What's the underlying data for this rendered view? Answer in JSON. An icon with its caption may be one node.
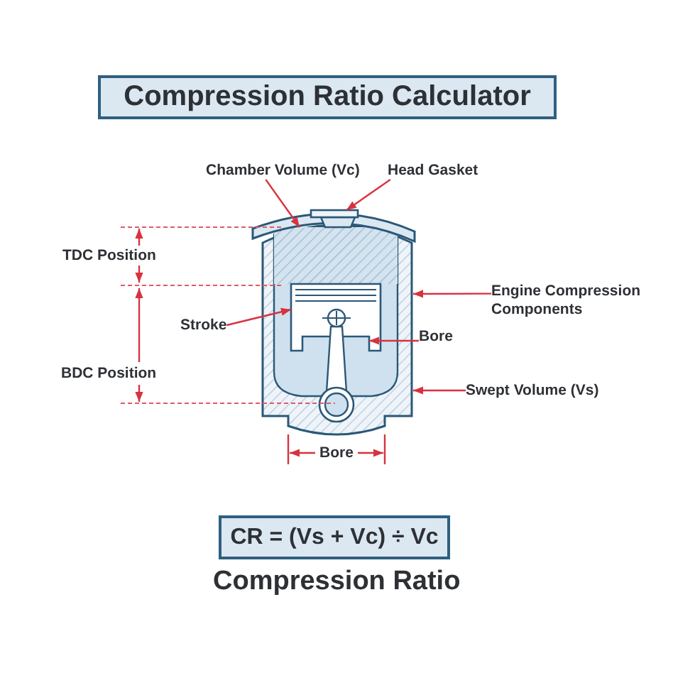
{
  "diagram": {
    "title": "Compression Ratio Calculator",
    "caption": "Compression Ratio",
    "nodes": [
      {
        "text": [
          "Chamber Volume (Vc)"
        ]
      },
      {
        "text": [
          "Head Gasket"
        ]
      },
      {
        "text": [],
        "shape": "picture"
      },
      {
        "text": [],
        "shape": "picture"
      },
      {
        "text": [],
        "shape": "box",
        "in": 3
      },
      {
        "text": [],
        "shape": "picture",
        "in": 3
      },
      {
        "text": [
          "Engine Compression Components"
        ]
      },
      {
        "text": [
          "Stroke"
        ]
      },
      {
        "text": [
          "Bore"
        ]
      },
      {
        "text": [
          "Swept Volume (Vs)"
        ]
      },
      {
        "text": [
          "CR = (Vs + Vc) ÷ Vc"
        ]
      },
      {
        "text": [],
        "shape": "picture"
      }
    ],
    "edges": [
      {
        "from": 0,
        "to": 4,
        "arrow": "to"
      },
      {
        "from": 1,
        "to": 2,
        "arrow": "to"
      },
      {
        "from": 6,
        "to": 3,
        "arrow": "to"
      },
      {
        "from": 7,
        "to": 5,
        "arrow": "to"
      },
      {
        "from": 8,
        "to": 5,
        "arrow": "to"
      },
      {
        "from": 9,
        "to": 3,
        "arrow": "to"
      }
    ],
    "labels": [
      "TDC Position",
      "BDC Position",
      "Bore"
    ]
  }
}
